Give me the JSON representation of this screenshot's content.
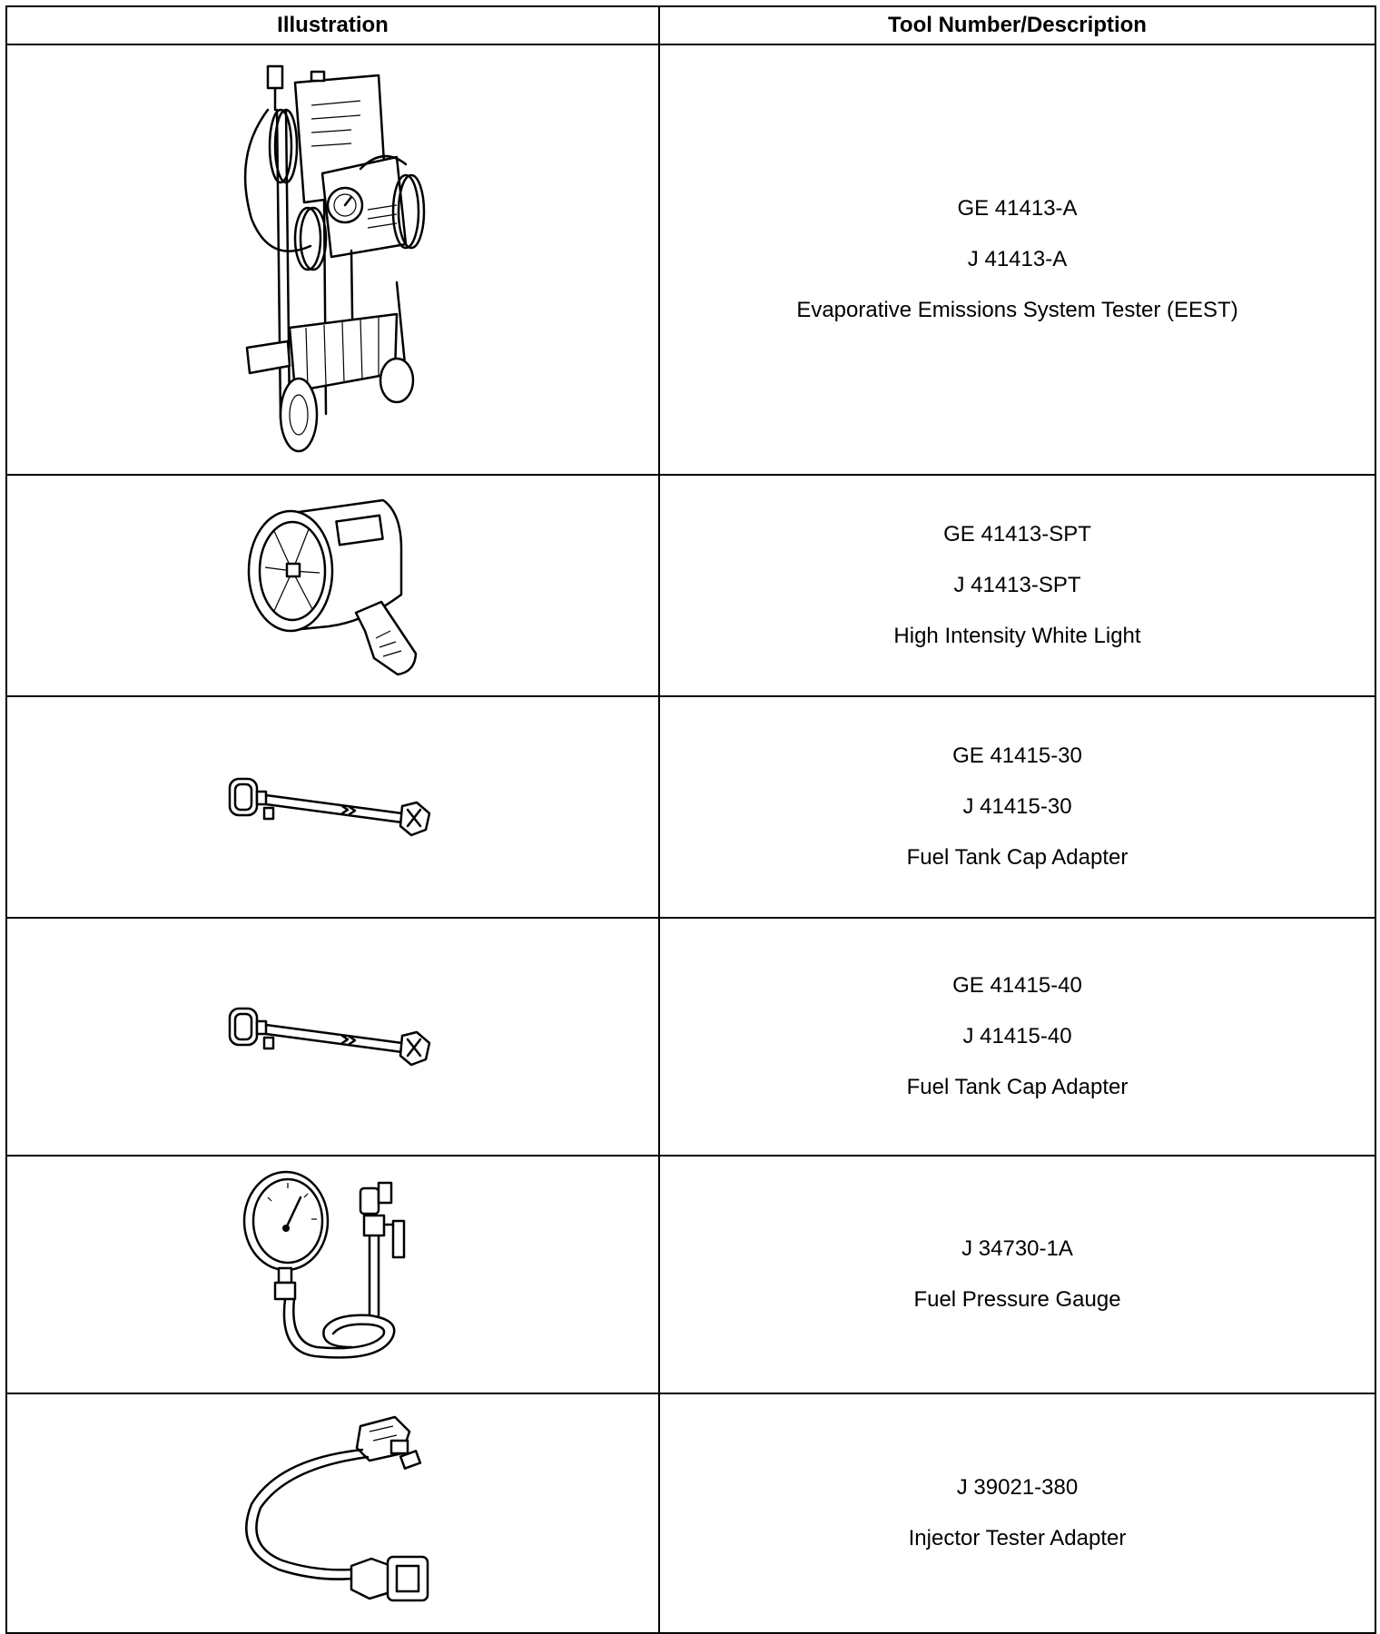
{
  "table": {
    "headers": {
      "illustration": "Illustration",
      "tool": "Tool Number/Description"
    },
    "rows": [
      {
        "icon": "evaporative-emissions-tester-cart-icon",
        "lines": [
          "GE 41413-A",
          "J 41413-A",
          "Evaporative Emissions System Tester (EEST)"
        ]
      },
      {
        "icon": "white-light-lamp-icon",
        "lines": [
          "GE 41413-SPT",
          "J 41413-SPT",
          "High Intensity White Light"
        ]
      },
      {
        "icon": "fuel-tank-cap-adapter-icon",
        "lines": [
          "GE 41415-30",
          "J 41415-30",
          "Fuel Tank Cap Adapter"
        ]
      },
      {
        "icon": "fuel-tank-cap-adapter-icon",
        "lines": [
          "GE 41415-40",
          "J 41415-40",
          "Fuel Tank Cap Adapter"
        ]
      },
      {
        "icon": "fuel-pressure-gauge-icon",
        "lines": [
          "J 34730-1A",
          "Fuel Pressure Gauge"
        ]
      },
      {
        "icon": "injector-tester-adapter-icon",
        "lines": [
          "J 39021-380",
          "Injector Tester Adapter"
        ]
      }
    ]
  }
}
